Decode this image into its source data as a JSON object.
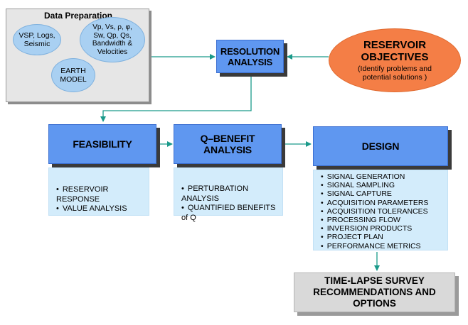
{
  "data_preparation": {
    "title": "Data Preparation",
    "inputs": "VSP, Logs,\nSeismic",
    "properties": "Vp, Vs, ρ, φ,\nSw, Qp, Qs,\nBandwidth &\nVelocities",
    "earth_model": "EARTH\nMODEL"
  },
  "resolution_analysis": "RESOLUTION\nANALYSIS",
  "reservoir_objectives": {
    "title": "RESERVOIR\nOBJECTIVES",
    "subtitle": "(Identify problems and\npotential solutions )"
  },
  "feasibility": {
    "title": "FEASIBILITY",
    "items": [
      "RESERVOIR RESPONSE",
      "VALUE ANALYSIS"
    ]
  },
  "q_benefit": {
    "title": "Q–BENEFIT\nANALYSIS",
    "items": [
      "PERTURBATION ANALYSIS",
      "QUANTIFIED BENEFITS of Q"
    ]
  },
  "design": {
    "title": "DESIGN",
    "items": [
      "SIGNAL GENERATION",
      "SIGNAL SAMPLING",
      "SIGNAL CAPTURE",
      "ACQUISITION PARAMETERS",
      "ACQUISITION TOLERANCES",
      "PROCESSING FLOW",
      "INVERSION PRODUCTS",
      "PROJECT PLAN",
      "PERFORMANCE METRICS"
    ]
  },
  "time_lapse": "TIME-LAPSE SURVEY\nRECOMMENDATIONS AND\nOPTIONS",
  "colors": {
    "arrow": "#1a9a8a",
    "blue_box": "#5f97f0",
    "light_box": "#d3ecfb",
    "ellipse": "#a9d0f2",
    "reservoir": "#f47e46"
  }
}
